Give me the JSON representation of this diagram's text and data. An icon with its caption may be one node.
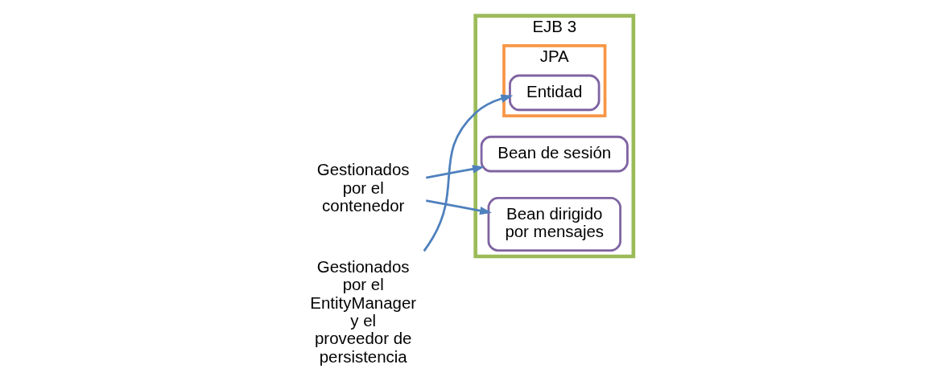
{
  "diagram": {
    "nodes": [
      {
        "text": [
          "EJB 3"
        ]
      },
      {
        "text": [
          "Bean de sesión"
        ],
        "in": 0
      },
      {
        "text": [
          "Bean dirigido por mensajes"
        ],
        "in": 0
      },
      {
        "text": [
          "JPA"
        ],
        "in": 0
      },
      {
        "text": [
          "Entidad"
        ],
        "in": 3
      },
      {
        "text": [
          "Gestionados por el contenedor"
        ]
      },
      {
        "text": [
          "Gestionados por el EntityManager y el proveedor de persistencia"
        ]
      }
    ],
    "edges": [
      {
        "from": 5,
        "to": 1,
        "arrow": "to"
      },
      {
        "from": 5,
        "to": 2,
        "arrow": "to"
      },
      {
        "from": 6,
        "to": 4,
        "arrow": "to"
      }
    ]
  }
}
